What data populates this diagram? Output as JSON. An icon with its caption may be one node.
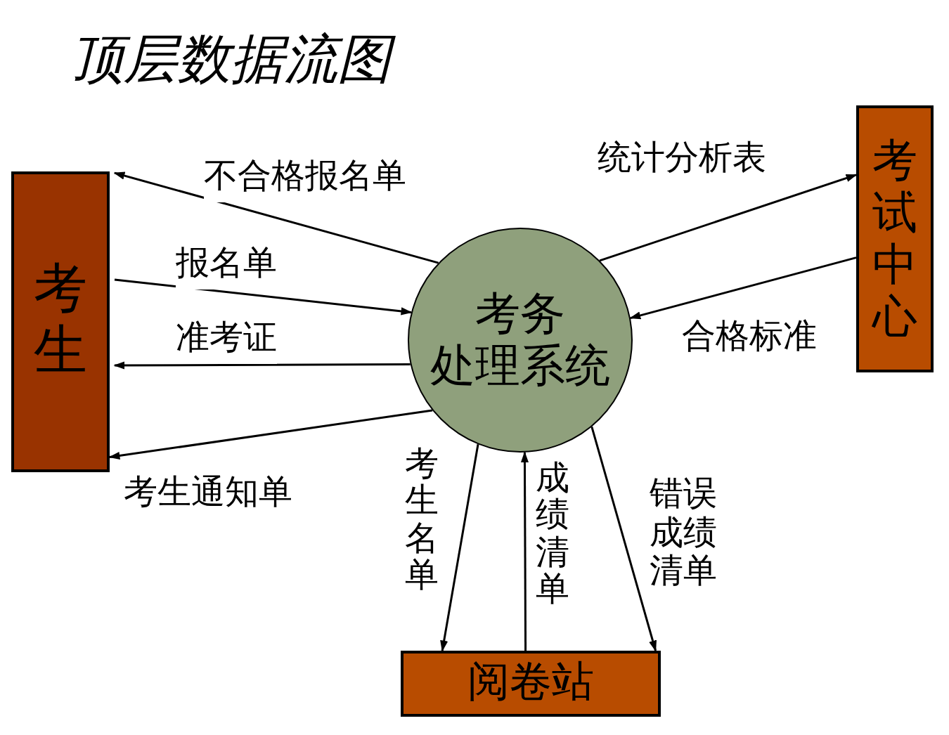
{
  "diagram": {
    "title": "顶层数据流图",
    "nodes": [
      {
        "text": [
          "考生"
        ]
      },
      {
        "text": [
          "考试中心"
        ]
      },
      {
        "text": [
          "考务",
          "处理系统"
        ]
      },
      {
        "text": [
          "阅卷站"
        ]
      }
    ],
    "edges": [
      {
        "from": 2,
        "to": 0,
        "arrow": "to",
        "label": "不合格报名单"
      },
      {
        "from": 0,
        "to": 2,
        "arrow": "to",
        "label": "报名单"
      },
      {
        "from": 2,
        "to": 0,
        "arrow": "to",
        "label": "准考证"
      },
      {
        "from": 2,
        "to": 0,
        "arrow": "to",
        "label": "考生通知单"
      },
      {
        "from": 2,
        "to": 1,
        "arrow": "to",
        "label": "统计分析表"
      },
      {
        "from": 1,
        "to": 2,
        "arrow": "to",
        "label": "合格标准"
      },
      {
        "from": 2,
        "to": 3,
        "arrow": "to",
        "label": "考生名单"
      },
      {
        "from": 3,
        "to": 2,
        "arrow": "to",
        "label": "成绩清单"
      },
      {
        "from": 2,
        "to": 3,
        "arrow": "to",
        "label": "错误成绩清单"
      }
    ]
  }
}
